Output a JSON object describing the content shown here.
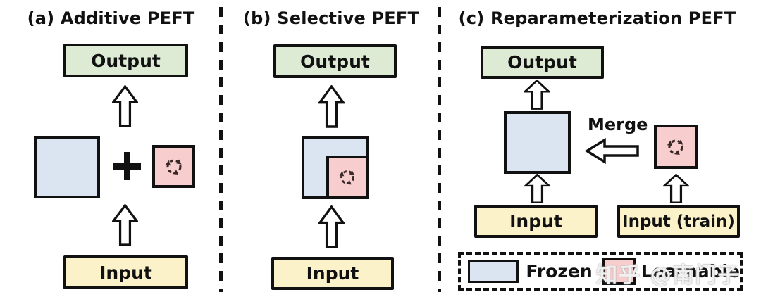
{
  "panels": [
    {
      "label": "(a) Additive PEFT",
      "output": "Output",
      "input": "Input",
      "operator": "+"
    },
    {
      "label": "(b) Selective PEFT",
      "output": "Output",
      "input": "Input"
    },
    {
      "label": "(c) Reparameterization PEFT",
      "output": "Output",
      "input": "Input",
      "input_train": "Input (train)",
      "merge": "Merge"
    }
  ],
  "legend": {
    "frozen": "Frozen",
    "learnable": "Learnable"
  },
  "watermark": "知乎 @南门子",
  "colors": {
    "output_fill": "#deebd4",
    "input_fill": "#fcf2ca",
    "frozen_fill": "#dbe5f1",
    "learnable_fill": "#f8cdcd",
    "border": "#111111",
    "icon_stroke": "#3a2727"
  },
  "icons": {
    "learnable": "cycle-arrows-icon",
    "up_arrow": "block-arrow-up-icon",
    "merge_arrow": "block-arrow-left-icon"
  }
}
